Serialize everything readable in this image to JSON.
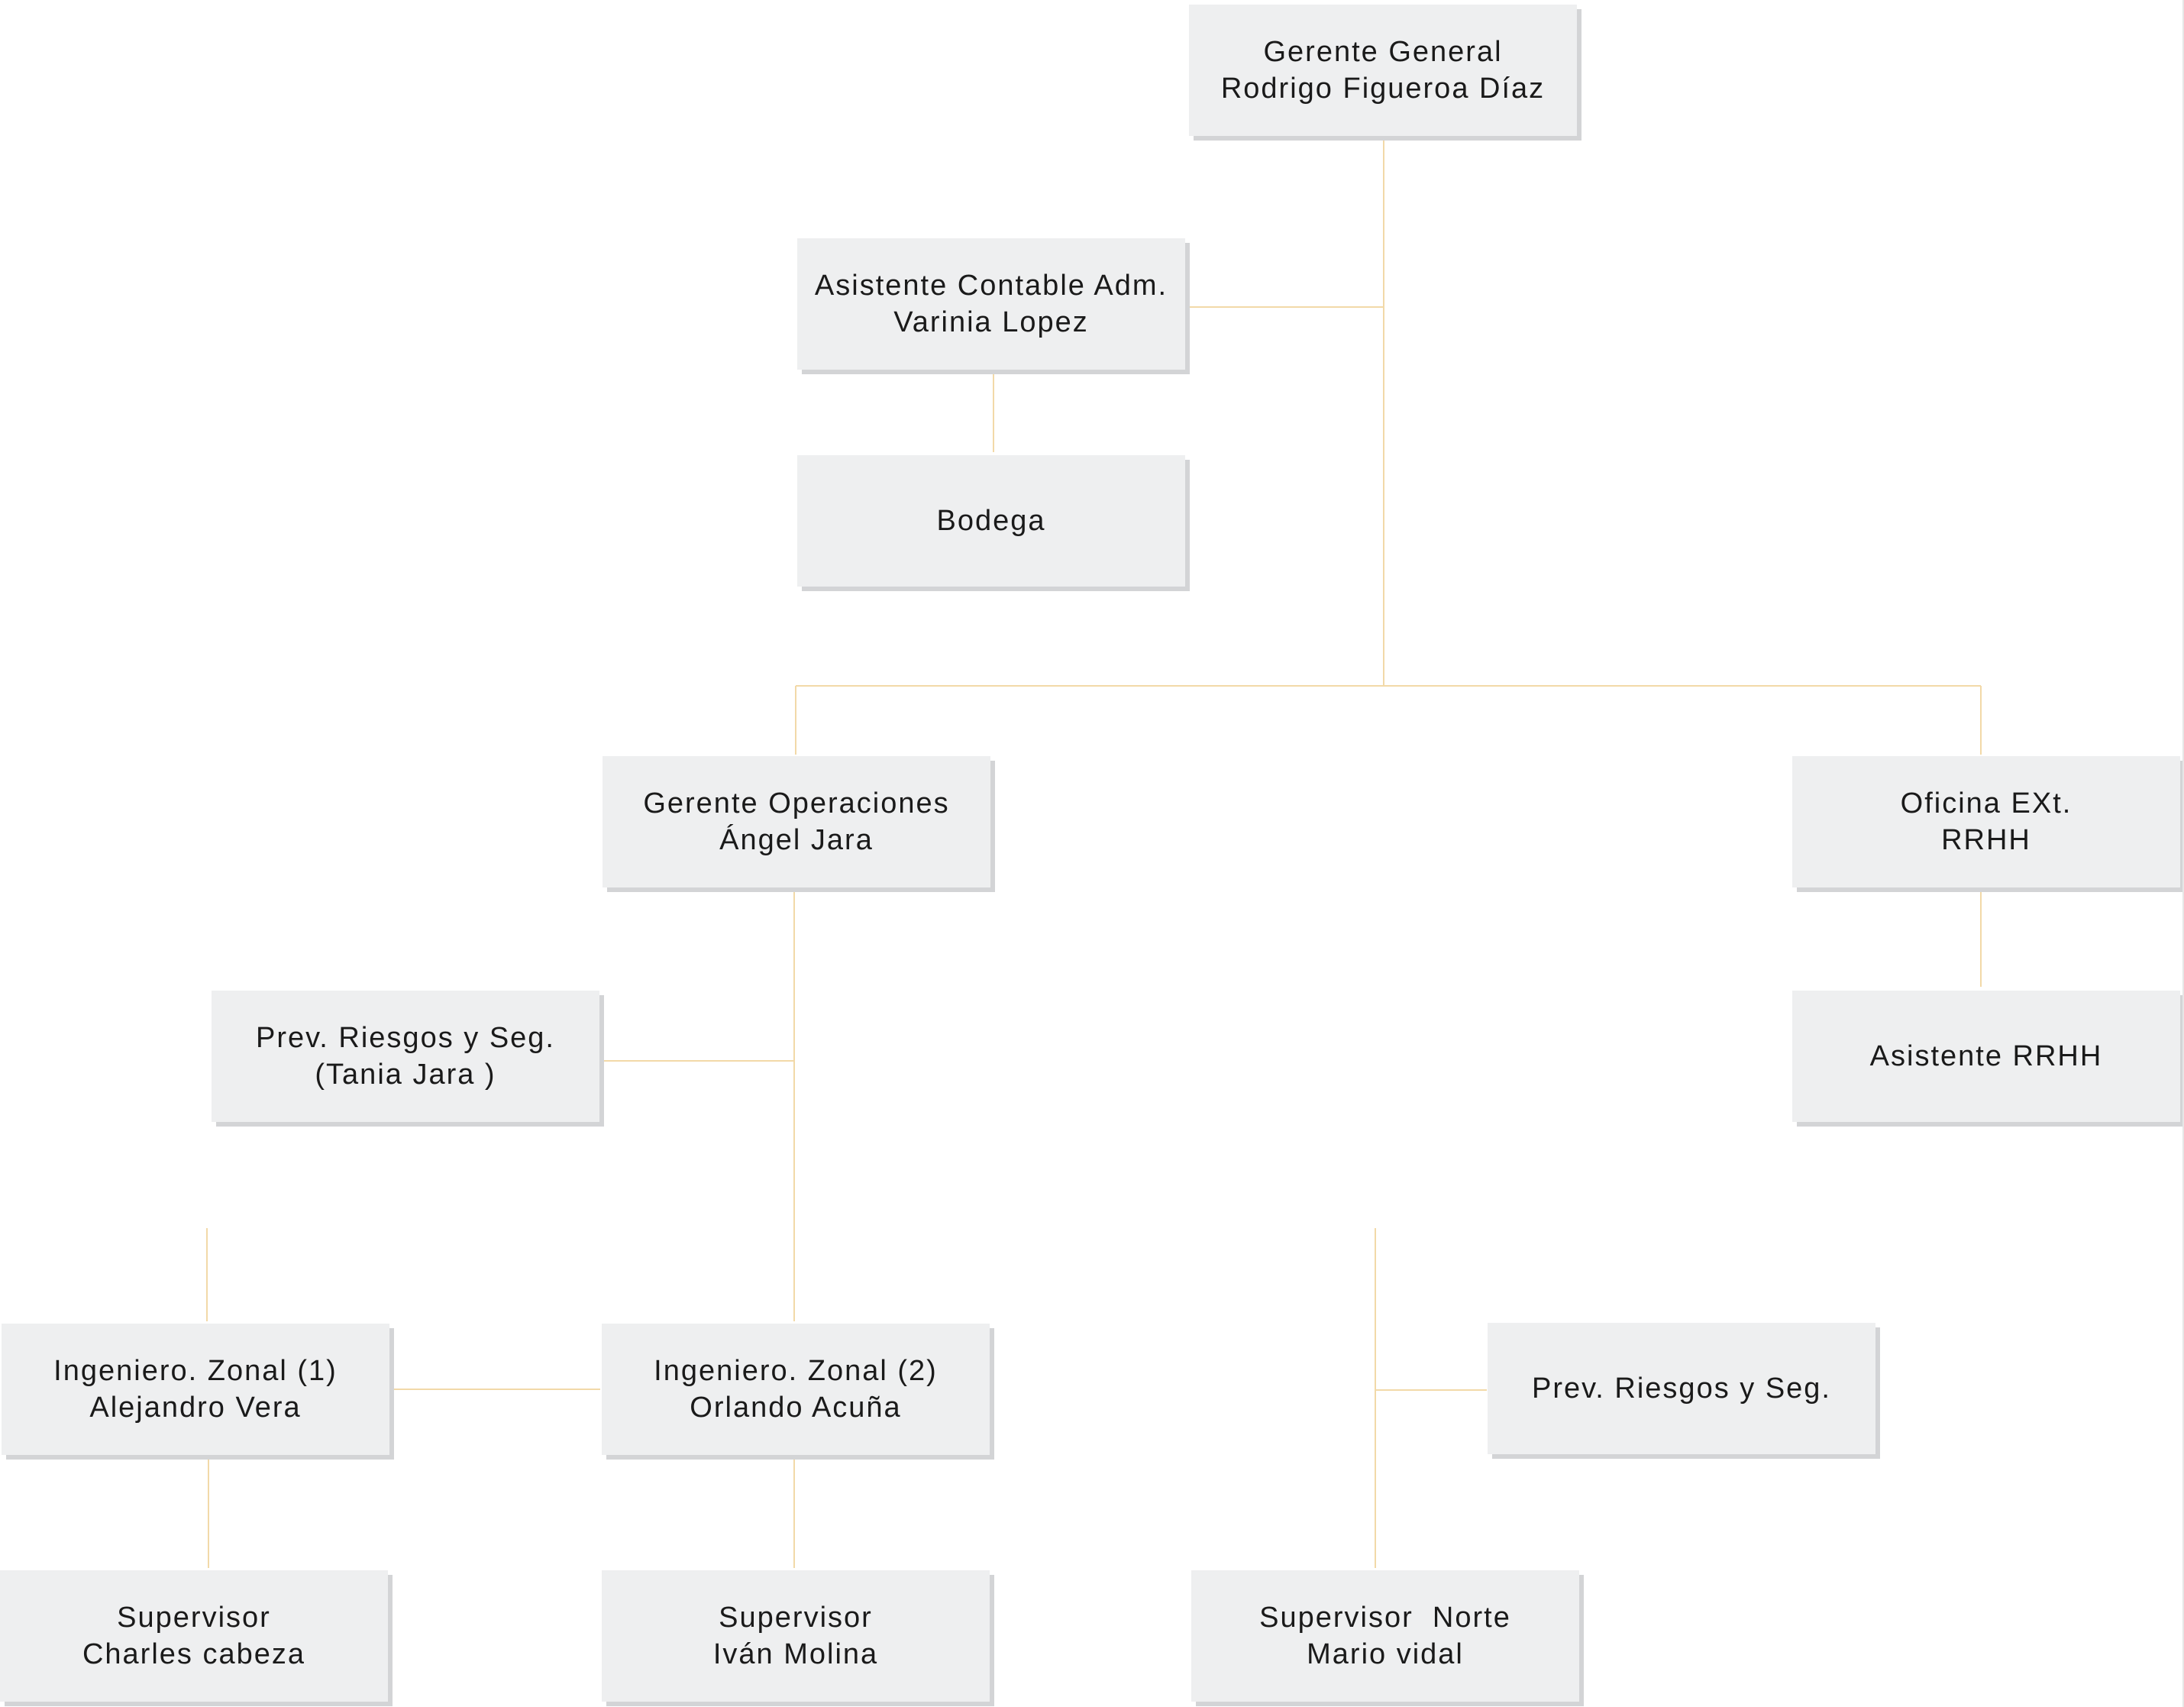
{
  "colors": {
    "connector": "#f2d9a8",
    "box_fill": "#eeeff0",
    "box_shadow": "#d3d4d6",
    "text": "#1a1a1a"
  },
  "nodes": {
    "gerente_general": {
      "line1": "Gerente General",
      "line2": "Rodrigo Figueroa Díaz"
    },
    "asistente_contable": {
      "line1": "Asistente Contable Adm.",
      "line2": "Varinia Lopez"
    },
    "bodega": {
      "line1": "Bodega",
      "line2": ""
    },
    "gerente_operaciones": {
      "line1": "Gerente Operaciones",
      "line2": "Ángel Jara"
    },
    "oficina_ext": {
      "line1": "Oficina EXt.",
      "line2": "RRHH"
    },
    "prev_riesgos_tania": {
      "line1": "Prev. Riesgos y Seg.",
      "line2": "(Tania Jara )"
    },
    "asistente_rrhh": {
      "line1": "Asistente RRHH",
      "line2": ""
    },
    "ingeniero_zonal_1": {
      "line1": "Ingeniero. Zonal (1)",
      "line2": "Alejandro Vera"
    },
    "ingeniero_zonal_2": {
      "line1": "Ingeniero. Zonal (2)",
      "line2": "Orlando Acuña"
    },
    "prev_riesgos_norte": {
      "line1": "Prev. Riesgos y Seg.",
      "line2": ""
    },
    "supervisor_charles": {
      "line1": "Supervisor",
      "line2": "Charles cabeza"
    },
    "supervisor_ivan": {
      "line1": "Supervisor",
      "line2": "Iván Molina"
    },
    "supervisor_norte": {
      "line1": "Supervisor  Norte",
      "line2": "Mario vidal"
    }
  }
}
